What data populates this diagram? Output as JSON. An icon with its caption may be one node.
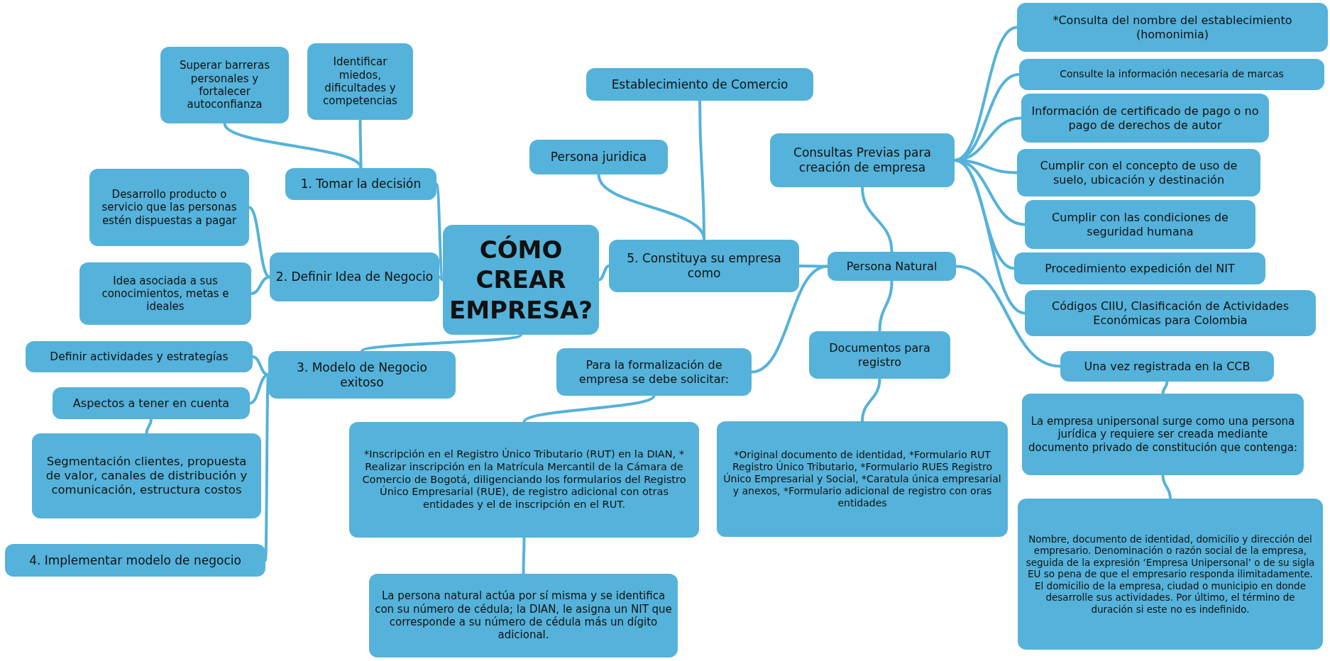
{
  "diagram": {
    "nodes": [
      {
        "text": [
          "CÓMO CREAR EMPRESA?"
        ]
      },
      {
        "text": [
          "1. Tomar la decisión"
        ]
      },
      {
        "text": [
          "Superar barreras personales y fortalecer autoconfianza"
        ]
      },
      {
        "text": [
          "Identificar miedos, dificultades y competencias"
        ]
      },
      {
        "text": [
          "2. Definir Idea de Negocio"
        ]
      },
      {
        "text": [
          "Desarrollo producto o servicio que las personas estén dispuestas a pagar"
        ]
      },
      {
        "text": [
          "Idea asociada a sus conocimientos, metas e ideales"
        ]
      },
      {
        "text": [
          "3. Modelo de Negocio exitoso"
        ]
      },
      {
        "text": [
          "Definir actividades y estrategías"
        ]
      },
      {
        "text": [
          "Aspectos a tener en cuenta"
        ]
      },
      {
        "text": [
          "Segmentación clientes, propuesta de valor, canales de distribución y comunicación, estructura costos"
        ]
      },
      {
        "text": [
          "4. Implementar modelo de negocio"
        ]
      },
      {
        "text": [
          "5. Constituya su empresa como"
        ]
      },
      {
        "text": [
          "Establecimiento de Comercio"
        ]
      },
      {
        "text": [
          "Persona juridica"
        ]
      },
      {
        "text": [
          "Persona Natural"
        ]
      },
      {
        "text": [
          "Consultas Previas para creación de empresa"
        ]
      },
      {
        "text": [
          "*Consulta del nombre del establecimiento (homonimia)"
        ]
      },
      {
        "text": [
          "Consulte la información necesaria de marcas"
        ]
      },
      {
        "text": [
          "Información de certificado de pago o no pago de derechos de autor"
        ]
      },
      {
        "text": [
          "Cumplir con el concepto de uso de suelo, ubicación y destinación"
        ]
      },
      {
        "text": [
          "Cumplir con las condiciones de seguridad humana"
        ]
      },
      {
        "text": [
          "Procedimiento expedición del NIT"
        ]
      },
      {
        "text": [
          "Códigos CIIU, Clasificación de Actividades Económicas para Colombia"
        ]
      },
      {
        "text": [
          "Una vez registrada en la CCB"
        ]
      },
      {
        "text": [
          "La empresa unipersonal surge como una persona jurídica y requiere ser creada mediante documento privado de constitución que contenga:"
        ]
      },
      {
        "text": [
          "Nombre, documento de identidad, domicilio y dirección del empresario. Denominación o razón social de la empresa, seguida de la expresión ‘Empresa Unipersonal’ o de su sigla EU so pena de que el empresario responda ilimitadamente. El domicilio de la empresa, ciudad o municipio en donde desarrolle sus actividades. Por último, el término de duración si este no es indefinido."
        ]
      },
      {
        "text": [
          "Documentos para registro"
        ]
      },
      {
        "text": [
          "*Original documento de identidad, *Formulario RUT Registro Único Tributario, *Formulario RUES Registro Único Empresarial y Social, *Caratula única empresarial y anexos, *Formulario adicional de registro con oras entidades"
        ]
      },
      {
        "text": [
          "Para la formalización de empresa se debe solicitar:"
        ]
      },
      {
        "text": [
          "*Inscripción en el Registro Único Tributario (RUT) en la DIAN, * Realizar inscripción en la Matrícula Mercantil de la Cámara de Comercio de Bogotá, diligenciando los formularios del Registro Único Empresarial (RUE), de registro adicional con otras entidades y el de inscripción en el RUT."
        ]
      },
      {
        "text": [
          "La persona natural actúa por sí misma y se identifica con su número de cédula; la DIAN, le asigna un NIT que corresponde a su número de cédula más un dígito adicional."
        ]
      }
    ],
    "edges": [
      {
        "from": 0,
        "to": 1,
        "arrow": "none"
      },
      {
        "from": 1,
        "to": 2,
        "arrow": "none"
      },
      {
        "from": 1,
        "to": 3,
        "arrow": "none"
      },
      {
        "from": 0,
        "to": 4,
        "arrow": "none"
      },
      {
        "from": 4,
        "to": 5,
        "arrow": "none"
      },
      {
        "from": 4,
        "to": 6,
        "arrow": "none"
      },
      {
        "from": 0,
        "to": 7,
        "arrow": "none"
      },
      {
        "from": 7,
        "to": 8,
        "arrow": "none"
      },
      {
        "from": 7,
        "to": 9,
        "arrow": "none"
      },
      {
        "from": 9,
        "to": 10,
        "arrow": "none"
      },
      {
        "from": 7,
        "to": 11,
        "arrow": "none"
      },
      {
        "from": 0,
        "to": 12,
        "arrow": "none"
      },
      {
        "from": 12,
        "to": 13,
        "arrow": "none"
      },
      {
        "from": 12,
        "to": 14,
        "arrow": "none"
      },
      {
        "from": 12,
        "to": 15,
        "arrow": "none"
      },
      {
        "from": 15,
        "to": 16,
        "arrow": "none"
      },
      {
        "from": 16,
        "to": 17,
        "arrow": "none"
      },
      {
        "from": 16,
        "to": 18,
        "arrow": "none"
      },
      {
        "from": 16,
        "to": 19,
        "arrow": "none"
      },
      {
        "from": 16,
        "to": 20,
        "arrow": "none"
      },
      {
        "from": 16,
        "to": 21,
        "arrow": "none"
      },
      {
        "from": 16,
        "to": 22,
        "arrow": "none"
      },
      {
        "from": 16,
        "to": 23,
        "arrow": "none"
      },
      {
        "from": 15,
        "to": 24,
        "arrow": "none"
      },
      {
        "from": 24,
        "to": 25,
        "arrow": "none"
      },
      {
        "from": 25,
        "to": 26,
        "arrow": "none"
      },
      {
        "from": 15,
        "to": 27,
        "arrow": "none"
      },
      {
        "from": 27,
        "to": 28,
        "arrow": "none"
      },
      {
        "from": 15,
        "to": 29,
        "arrow": "none"
      },
      {
        "from": 29,
        "to": 30,
        "arrow": "none"
      },
      {
        "from": 30,
        "to": 31,
        "arrow": "none"
      }
    ]
  }
}
